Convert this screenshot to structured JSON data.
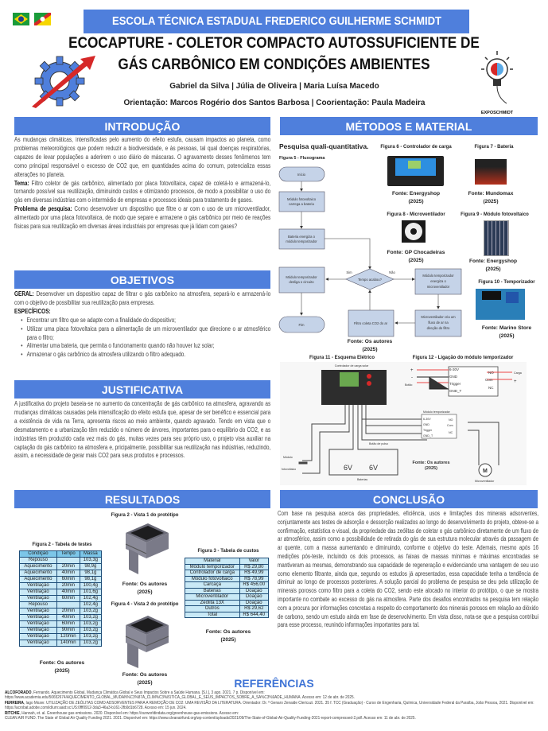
{
  "header": {
    "school": "ESCOLA TÉCNICA ESTADUAL FREDERICO GUILHERME SCHMIDT",
    "title_line1": "ECOCAPTURE - COLETOR COMPACTO AUTOSSUFICIENTE DE",
    "title_line2": "GÁS CARBÔNICO EM CONDIÇÕES AMBIENTES",
    "authors": "Gabriel da Silva | Júlia de Oliveira | Maria Luísa Macedo",
    "advisors": "Orientação: Marcos Rogério dos Santos Barbosa | Coorientação: Paula Madeira",
    "expo_logo": "EXPOSCHMIDT"
  },
  "colors": {
    "accent": "#4f7fdc",
    "table_header": "#7cc6e8",
    "table_cell": "#c9e9f6",
    "flow_box": "#c5d3e8"
  },
  "intro": {
    "heading": "INTRODUÇÃO",
    "p1": "As mudanças climáticas, intensificadas pelo aumento do efeito estufa, causam impactos ao planeta, como problemas meteorológicos que podem reduzir a biodiversidade, e às pessoas, tal qual doenças respiratórias, capazes de levar populações a aderirem o uso diário de máscaras. O agravamento desses fenômenos tem como principal responsável o excesso de CO2 que, em quantidades acima do comum, potencializa essas alterações no planeta.",
    "tema_label": "Tema:",
    "tema": " Filtro coletor de gás carbônico, alimentado por placa fotovoltaica, capaz de coletá-lo e armazená-lo, tornando possível sua reutilização, diminuindo custos e otimizando processos, de modo a possibilitar o uso do gás em diversas indústrias com o intermédio de empresas e processos ideais para tratamento de gases.",
    "problema_label": "Problema de pesquisa:",
    "problema": " Como desenvolver um dispositivo que filtre o ar com o uso de um microventilador, alimentado por uma placa fotovoltaica, de modo que separe e armazene o gás carbônico por meio de reações físicas para sua reutilização em diversas áreas industriais por empresas que já lidam com gases?"
  },
  "objetivos": {
    "heading": "OBJETIVOS",
    "geral_label": "GERAL:",
    "geral": " Desenvolver um dispositivo capaz de filtrar o gás carbônico na atmosfera, separá-lo e armazená-lo com o objetivo de possibilitar sua reutilização para empresas.",
    "especificos_label": "ESPECÍFICOS:",
    "items": [
      "Encontrar um filtro que se adapte com a finalidade do dispositivo;",
      "Utilizar uma placa fotovoltaica para a alimentação de um microventilador que direcione o ar atmosférico para o filtro;",
      "Alimentar uma bateria, que permita o funcionamento quando não houver luz solar;",
      "Armazenar o gás carbônico da atmosfera utilizando o filtro adequado."
    ]
  },
  "justificativa": {
    "heading": "JUSTIFICATIVA",
    "text": "A justificativa do projeto baseia-se no aumento da concentração de gás carbônico na atmosfera, agravando as mudanças climáticas causadas pela intensificação do efeito estufa que, apesar de ser benéfico e essencial para a existência de vida na Terra, apresenta riscos ao meio ambiente, quando agravado. Tendo em vista que o desmatamento e a urbanização têm reduzido o número de árvores, importantes para o equilíbrio do CO2, e as indústrias têm produzido cada vez mais do gás, muitas vezes para seu próprio uso, o projeto visa auxiliar na captação do gás carbônico na atmosfera e, pricipalmente, possibilitar sua reutilização nas indústrias, reduzindo, assim, a necessidade de gerar mais CO2 para seus produtos e processos."
  },
  "metodos": {
    "heading": "MÉTODOS E MATERIAL",
    "research_type": "Pesquisa quali-quantitativa.",
    "fig5": {
      "caption": "Figura 5 - Fluxograma",
      "inicio": "Início",
      "b1a": "Módulo fotovoltaico",
      "b1b": "carrega a bateria",
      "b2a": "Bateria energiza o",
      "b2b": "módulo temporizador",
      "decision": "Tempo acabou?",
      "yes": "Sim",
      "no": "Não",
      "b3a": "Módulo temporizador",
      "b3b": "desliga o circuito",
      "fim": "Fim",
      "b4": "Filtro coleta CO2 do ar",
      "b5a": "Módulo temporizador",
      "b5b": "energiza o",
      "b5c": "microventilador",
      "b6a": "Microventilador cria um",
      "b6b": "fluxo de ar na",
      "b6c": "direção do filtro",
      "source": "Fonte: Os autores",
      "year": "(2025)"
    },
    "fig6": {
      "caption": "Figura 6 - Controlador de carga",
      "source": "Fonte: Energyshop",
      "year": "(2025)"
    },
    "fig7": {
      "caption": "Figura 7 - Bateria",
      "source": "Fonte: Mundomax",
      "year": "(2025)"
    },
    "fig8": {
      "caption": "Figura 8 - Microventilador",
      "source": "Fonte: GP Chocadeiras",
      "year": "(2025)"
    },
    "fig9": {
      "caption": "Figura 9 - Módulo fotovoltaico",
      "source": "Fonte: Energyshop",
      "year": "(2025)"
    },
    "fig10": {
      "caption": "Figura 10 - Temporizador",
      "source": "Fonte: Marino Store",
      "year": "(2025)"
    },
    "fig11": {
      "caption": "Figura 11 - Esquema Elétrico",
      "controller": "Controlador de carga solar",
      "timer": "Módulo temporizador",
      "pins": [
        "6-30V",
        "GND",
        "Trigger",
        "GND_T"
      ],
      "outs": [
        "NO",
        "Com",
        "NC"
      ],
      "button": "Botão de pulso",
      "module": "Módulo",
      "module2": "fotovoltaico",
      "bat": "6V",
      "batteries": "Baterias",
      "fan": "Microventilador",
      "source": "Fonte: Os autores",
      "year": "(2025)"
    },
    "fig12": {
      "caption": "Figura 12 - Ligação do módulo temporizador",
      "plus": "+",
      "minus": "-",
      "button": "Botão",
      "load": "Carga"
    }
  },
  "resultados": {
    "heading": "RESULTADOS",
    "fig2v": {
      "caption": "Figura 2 - Vista 1 do protótipo",
      "source": "Fonte: Os autores",
      "year": "(2025)"
    },
    "fig4v": {
      "caption": "Figura 4 - Vista 2 do protótipo",
      "source": "Fonte: Os autores",
      "year": "(2025)"
    },
    "tests": {
      "caption": "Figura 2 - Tabela de testes",
      "headers": [
        "Condição",
        "Tempo",
        "Massa"
      ],
      "rows": [
        [
          "Repouso",
          "",
          "103,3g"
        ],
        [
          "Aquecimento",
          "20min",
          "98,9g"
        ],
        [
          "Aquecimento",
          "40min",
          "98,1g"
        ],
        [
          "Aquecimento",
          "60min",
          "98,1g"
        ],
        [
          "Ventilação",
          "20min",
          "100,4g"
        ],
        [
          "Ventilação",
          "40min",
          "101,6g"
        ],
        [
          "Ventilação",
          "60min",
          "102,4g"
        ],
        [
          "Repouso",
          "",
          "102,4g"
        ],
        [
          "Ventilação",
          "20min",
          "103,2g"
        ],
        [
          "Ventilação",
          "40min",
          "103,2g"
        ],
        [
          "Ventilação",
          "60min",
          "103,2g"
        ],
        [
          "Ventilação",
          "90min",
          "103,2g"
        ],
        [
          "Ventilação",
          "120min",
          "103,2g"
        ],
        [
          "Ventilação",
          "140min",
          "103,2g"
        ]
      ],
      "source": "Fonte: Os autores",
      "year": "(2025)"
    },
    "costs": {
      "caption": "Figura 3 - Tabela de custos",
      "headers": [
        "Material",
        "Valor"
      ],
      "rows": [
        [
          "Módulo temporizador",
          "R$ 29,80"
        ],
        [
          "Controlador de carga",
          "R$ 49,99"
        ],
        [
          "Módulo fotovoltaico",
          "R$ 78,99"
        ],
        [
          "Carcaça",
          "R$ 456,00"
        ],
        [
          "Baterias",
          "Doação"
        ],
        [
          "Microventilador",
          "Doação"
        ],
        [
          "Zeólita 13X",
          "Doação"
        ],
        [
          "Outros",
          "R$ 29,62"
        ],
        [
          "Total",
          "R$ 644,40"
        ]
      ],
      "source": "Fonte: Os autores",
      "year": "(2025)"
    }
  },
  "conclusao": {
    "heading": "CONCLUSÃO",
    "text": "Com base na pesquisa acerca das propriedades, eficiência, usos e limitações dos minerais adsorventes, conjuntamente aos testes de adsorção e dessorção realizados ao longo do desenvolvimento do projeto, obteve-se a confirmação, estatística e visual, da propriedade das zeólitas de coletar o gás carbônico diretamente de um fluxo de ar atmosférico, assim como a possibilidade de retirada do gás de sua estrutura molecular através da passagem de ar quente, com a massa aumentando e diminuindo, conforme o objetivo do teste. Ademais, mesmo após 16 medições pós-teste, incluindo os dois processos, as faixas de massas mínimas e máximas encontradas se mantiveram as mesmas, demonstrando sua capacidade de regeneração e evidenciando uma vantagem de seu uso como elemento filtrante, ainda que, segundo os estudos já apresentados, essa capacidade tenha a tendência de diminuir ao longo de processos posteriores. A solução parcial do problema de pesquisa se deu pela utilização de minerais porosos como filtro para a coleta do CO2, sendo este alocado no interior do protótipo, o que se mostra importante no combate ao excesso do gás na atmosfera. Parte dos desafios encontrados na pesquisa tem relação com a procura por informações concretas a respeito do comportamento dos minerais porosos em relação ao dióxido de carbono, sendo um estudo ainda em fase de desenvolvimento. Em vista disso, nota-se que a pesquisa contribui para esse processo, reunindo informações importantes para tal."
  },
  "referencias": {
    "heading": "REFERÊNCIAS",
    "items": [
      {
        "author": "ALCOFORADO",
        "text": ", Fernando. Aquecimento Global, Mudança Climática Global e Seus Impactos Sobre a Saúde Humana. [S.l.], 3 ago. 2021. 7 p. Disponível em: https://www.academia.edu/50652674/AQUECIMENTO_GLOBAL_MUDAN%C3%87A_CLIM%C3%81TICA_GLOBAL_E_SEUS_IMPACTOS_SOBRE_A_SA%C3%9ADE_HUMANA. Acesso em: 12 de abr. de 2025."
      },
      {
        "author": "FERREIRA",
        "text": ", Iago Mozer. UTILIZAÇÃO DE ZEÓLITAS COMO ADSORVENTES PARA A REMOÇÃO DE CO2: UMA REVISÃO DA LITERATURA. Orientador: Dr. º Genaro Zenaide Clericuzi. 2021. 35 f. TCC (Graduação) - Curso de Engenharia, Química, Universidade Federal da Paraíba, João Pessoa, 2021. Disponível em: https://acrobat.adobe.com/id/urn:aaid:sc:US:0fff0912-3da3-46a3-b161-2fb0d1b6728. Acesso em: 15 jun. 2024."
      },
      {
        "author": "RITCHIE",
        "text": ", Hannah, et. al. Greenhouse gas emissions. 2020. Disponível em: https://ourworldindata.org/greenhouse-gas-emissions. Acesso em:"
      },
      {
        "author": "",
        "text": "CLEAN AIR FUND. The State of Global Air Quality Funding 2021. 2021. Disponível em: https://www.cleanairfund.org/wp-content/uploads/2021/09/The-State-of-Global-Air-Quality-Funding-2021-report-compressed-2.pdf. Acesso em: 11 de abr. de 2025."
      }
    ]
  }
}
